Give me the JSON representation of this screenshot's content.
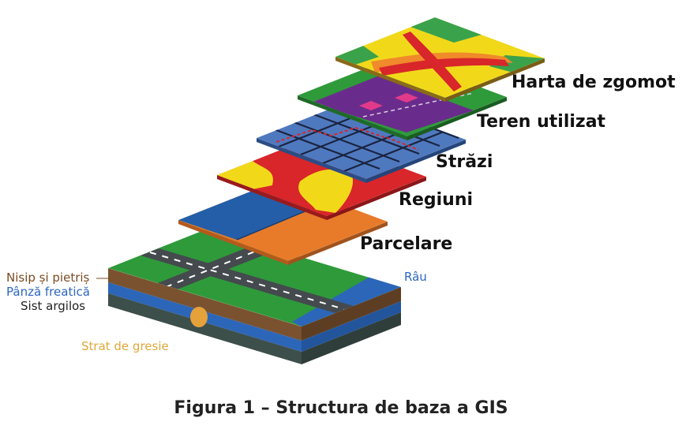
{
  "layers": {
    "noise": "Harta de zgomot",
    "land_use": "Teren utilizat",
    "streets": "Străzi",
    "regions": "Regiuni",
    "parcels": "Parcelare"
  },
  "base": {
    "river": "Râu",
    "sand_gravel": "Nisip și pietriș",
    "groundwater": "Pânză freatică",
    "clay_shale": "Sist argilos",
    "sandstone": "Strat de gresie"
  },
  "caption": "Figura 1 – Structura de baza a GIS",
  "colors": {
    "grass": "#2f9a3a",
    "water": "#2c66b8",
    "soil": "#7a5230",
    "slate": "#3d4f4a",
    "parcel_orange": "#e87b2a",
    "region_red": "#d8262a",
    "region_yellow": "#f1d91a",
    "street_blue": "#4f79bf",
    "landuse_purple": "#6a2c8c",
    "label_brown": "#7a4a22",
    "label_blue": "#2c66c0",
    "label_dark": "#222222",
    "label_tan": "#e0a83a"
  }
}
